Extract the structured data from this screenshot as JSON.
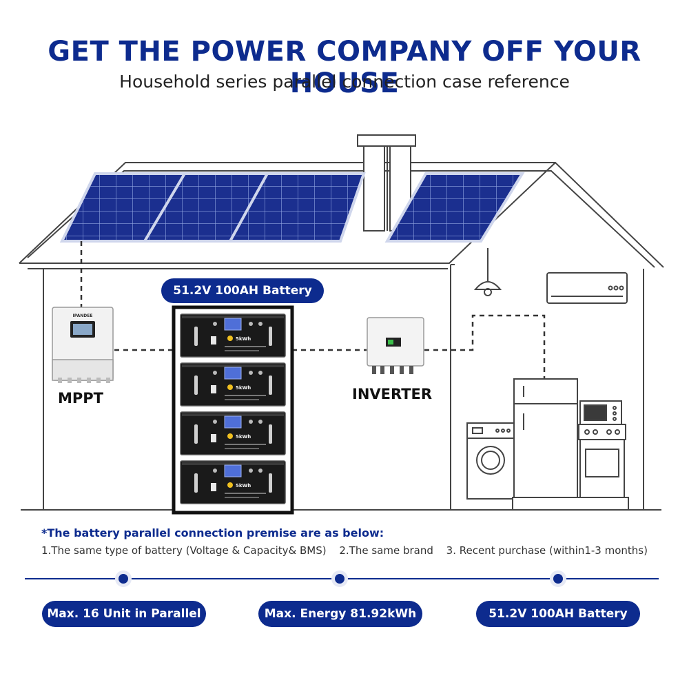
{
  "header": {
    "title": "GET THE POWER COMPANY OFF YOUR HOUSE",
    "subtitle": "Household series parallel connection case reference"
  },
  "battery_stack": {
    "label": "51.2V 100AH Battery",
    "unit_brand": "5kWh",
    "unit_count": 4
  },
  "equipment": {
    "mppt_label": "MPPT",
    "mppt_brand": "IPANDEE",
    "inverter_label": "INVERTER"
  },
  "premise": {
    "title": "*The battery parallel connection premise are as below:",
    "conditions": [
      "1.The same type of battery (Voltage & Capacity& BMS)",
      "2.The same brand",
      "3. Recent purchase (within1-3 months)"
    ]
  },
  "features": [
    "Max. 16 Unit in Parallel",
    "Max. Energy 81.92kWh",
    "51.2V 100AH Battery"
  ],
  "colors": {
    "brand_blue": "#0d2b8e",
    "solar_panel": "#1b2f8f",
    "battery_body": "#1a1a1a",
    "lcd": "#4f6fd8"
  }
}
